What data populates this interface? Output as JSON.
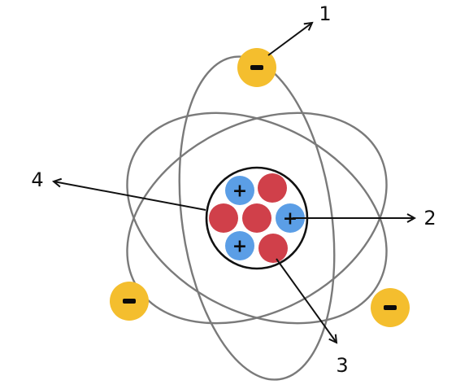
{
  "colors": {
    "electron": "#f4be2e",
    "proton": "#5b9ee6",
    "neutron": "#d0404a",
    "orbit": "#7a7a7a",
    "outline": "#111111"
  },
  "symbols": {
    "electron": "−",
    "proton": "+"
  },
  "callouts": [
    {
      "number": "1",
      "target": "electron"
    },
    {
      "number": "2",
      "target": "proton"
    },
    {
      "number": "3",
      "target": "neutron"
    },
    {
      "number": "4",
      "target": "nucleus"
    }
  ]
}
